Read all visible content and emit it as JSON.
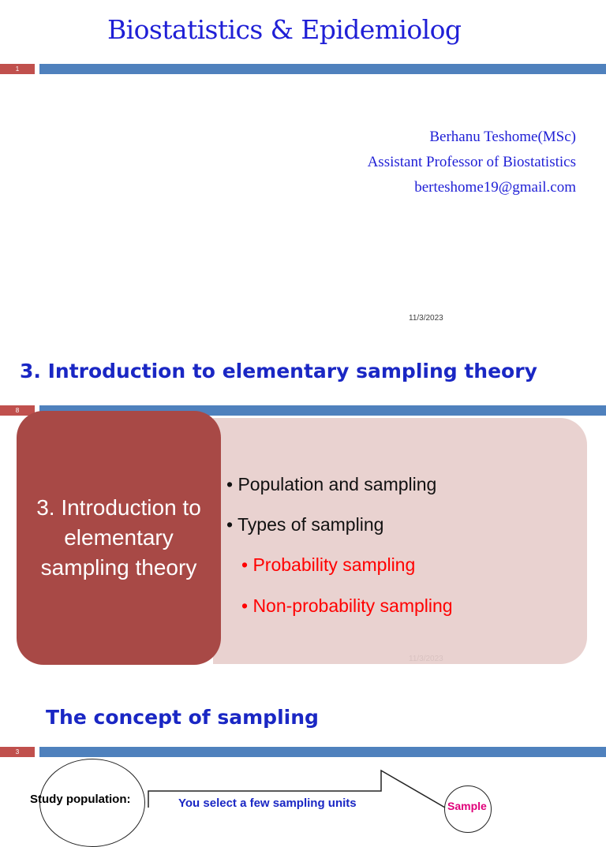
{
  "slide1": {
    "title": "Biostatistics & Epidemiolog",
    "slide_number": "1",
    "author_name": "Berhanu Teshome(MSc)",
    "author_role": "Assistant Professor of Biostatistics",
    "author_email": "berteshome19@gmail.com",
    "date": "11/3/2023"
  },
  "slide2": {
    "title": "3.  Introduction to elementary sampling theory",
    "slide_number": "8",
    "box_text": "3. Introduction to elementary sampling theory",
    "bullets": [
      "• Population and sampling",
      "• Types of sampling",
      "• Probability sampling",
      "• Non-probability sampling"
    ],
    "date": "11/3/2023"
  },
  "slide3": {
    "title": "The concept of sampling",
    "slide_number": "3",
    "study_population_label": "Study population:",
    "arrow_text": "You select a few sampling units",
    "sample_label": "Sample"
  },
  "colors": {
    "bar_red": "#c0504d",
    "bar_blue": "#4f81bd",
    "title_blue": "#1a27c4",
    "box_red": "#a84946",
    "panel_pink": "#e9d2d0",
    "accent_red": "#ff0000"
  }
}
